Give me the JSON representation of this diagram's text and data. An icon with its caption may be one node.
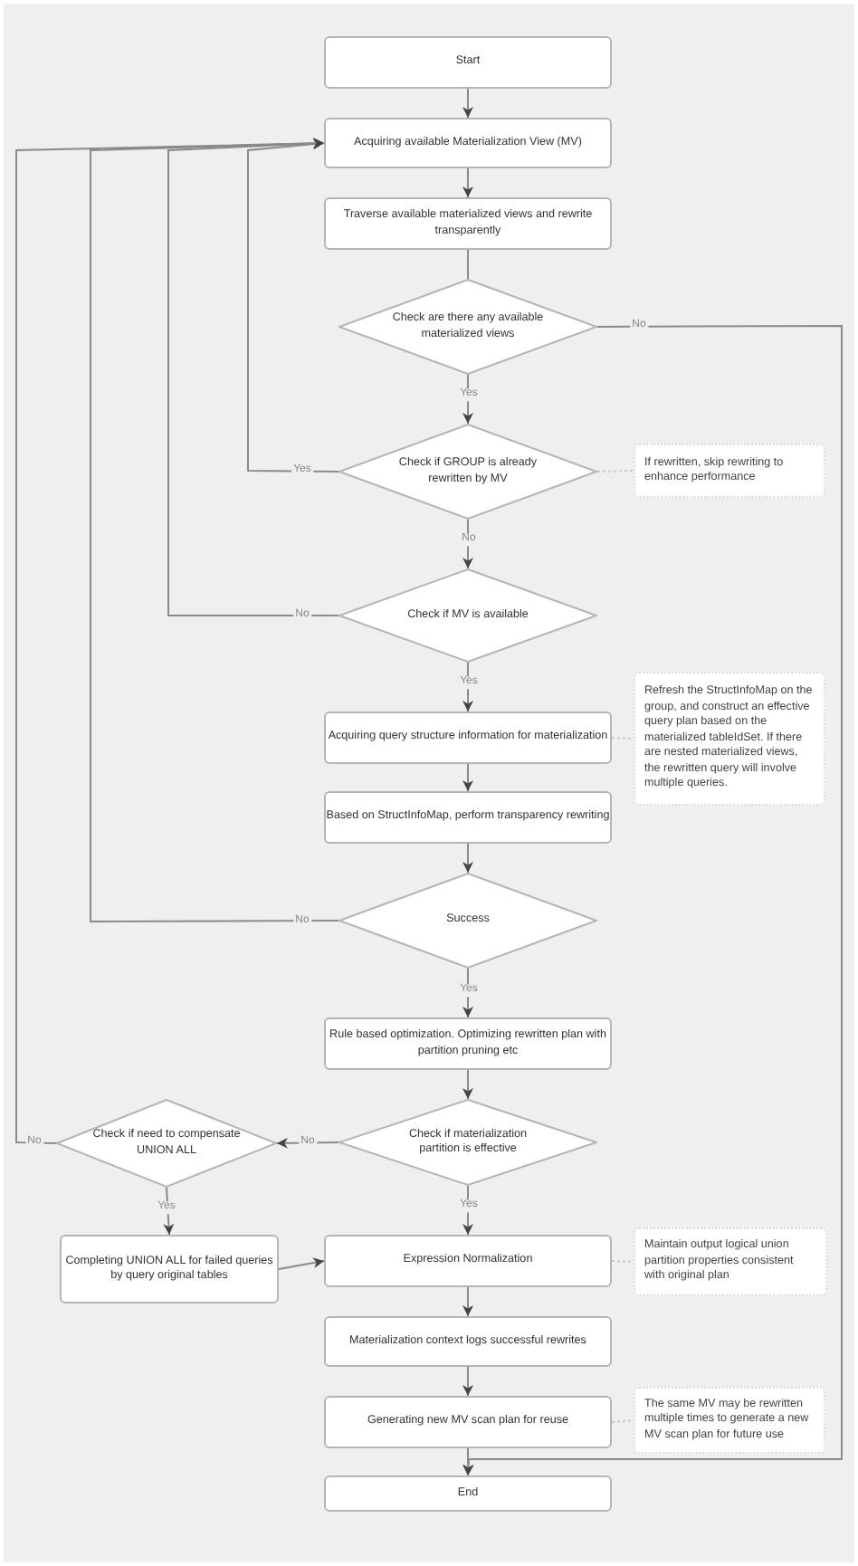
{
  "diagram": {
    "nodes": [
      {
        "text": [
          "Start"
        ]
      },
      {
        "text": [
          "Acquiring available Materialization View (MV)"
        ]
      },
      {
        "text": [
          "Traverse available materialized views and rewrite transparently"
        ]
      },
      {
        "text": [
          "Check are there any available materialized views"
        ]
      },
      {
        "text": [
          "Check if GROUP is already rewritten by MV"
        ]
      },
      {
        "text": [
          "If rewritten, skip rewriting to enhance performance"
        ]
      },
      {
        "text": [
          "Check if  MV is available"
        ]
      },
      {
        "text": [
          "Acquiring query structure information for materialization"
        ]
      },
      {
        "text": [
          "Refresh the StructInfoMap on the group, and construct an effective query plan based on the materialized tableIdSet. If there are nested materialized views, the rewritten query will involve multiple queries."
        ]
      },
      {
        "text": [
          "Based on StructInfoMap, perform transparency rewriting"
        ]
      },
      {
        "text": [
          "Success"
        ]
      },
      {
        "text": [
          "Rule based optimization. Optimizing rewritten plan with partition pruning etc"
        ]
      },
      {
        "text": [
          "Check if materialization partition is effective"
        ]
      },
      {
        "text": [
          "Check if need to compensate UNION ALL"
        ]
      },
      {
        "text": [
          "Completing UNION ALL for failed queries by query original tables"
        ]
      },
      {
        "text": [
          "Expression Normalization"
        ]
      },
      {
        "text": [
          "Maintain output logical union partition properties consistent with original plan"
        ]
      },
      {
        "text": [
          "Materialization context logs successful rewrites"
        ]
      },
      {
        "text": [
          "Generating new MV scan plan for reuse"
        ]
      },
      {
        "text": [
          "The same MV may be rewritten multiple times to generate a new MV scan plan for future use"
        ]
      },
      {
        "text": [
          "End"
        ]
      }
    ],
    "edges": [
      {
        "from": 0,
        "to": 1,
        "arrow": "to"
      },
      {
        "from": 1,
        "to": 2,
        "arrow": "to"
      },
      {
        "from": 2,
        "to": 3,
        "arrow": "none"
      },
      {
        "from": 3,
        "to": 4,
        "arrow": "to",
        "label": "Yes"
      },
      {
        "from": 3,
        "to": 20,
        "arrow": "to",
        "label": "No"
      },
      {
        "from": 4,
        "to": 1,
        "arrow": "to",
        "label": "Yes"
      },
      {
        "from": 4,
        "to": 5,
        "arrow": "none",
        "style": "dashed"
      },
      {
        "from": 4,
        "to": 6,
        "arrow": "to",
        "label": "No"
      },
      {
        "from": 6,
        "to": 1,
        "arrow": "to",
        "label": "No"
      },
      {
        "from": 6,
        "to": 7,
        "arrow": "to",
        "label": "Yes"
      },
      {
        "from": 7,
        "to": 8,
        "arrow": "none",
        "style": "dashed"
      },
      {
        "from": 7,
        "to": 9,
        "arrow": "to"
      },
      {
        "from": 9,
        "to": 10,
        "arrow": "to"
      },
      {
        "from": 10,
        "to": 1,
        "arrow": "to",
        "label": "No"
      },
      {
        "from": 10,
        "to": 11,
        "arrow": "to",
        "label": "Yes"
      },
      {
        "from": 11,
        "to": 12,
        "arrow": "to"
      },
      {
        "from": 12,
        "to": 13,
        "arrow": "to",
        "label": "No"
      },
      {
        "from": 12,
        "to": 15,
        "arrow": "to",
        "label": "Yes"
      },
      {
        "from": 13,
        "to": 1,
        "arrow": "to",
        "label": "No"
      },
      {
        "from": 13,
        "to": 14,
        "arrow": "to",
        "label": "Yes"
      },
      {
        "from": 14,
        "to": 15,
        "arrow": "to"
      },
      {
        "from": 15,
        "to": 16,
        "arrow": "none",
        "style": "dashed"
      },
      {
        "from": 15,
        "to": 17,
        "arrow": "to"
      },
      {
        "from": 17,
        "to": 18,
        "arrow": "to"
      },
      {
        "from": 18,
        "to": 19,
        "arrow": "none",
        "style": "dashed"
      },
      {
        "from": 18,
        "to": 20,
        "arrow": "to"
      }
    ]
  }
}
